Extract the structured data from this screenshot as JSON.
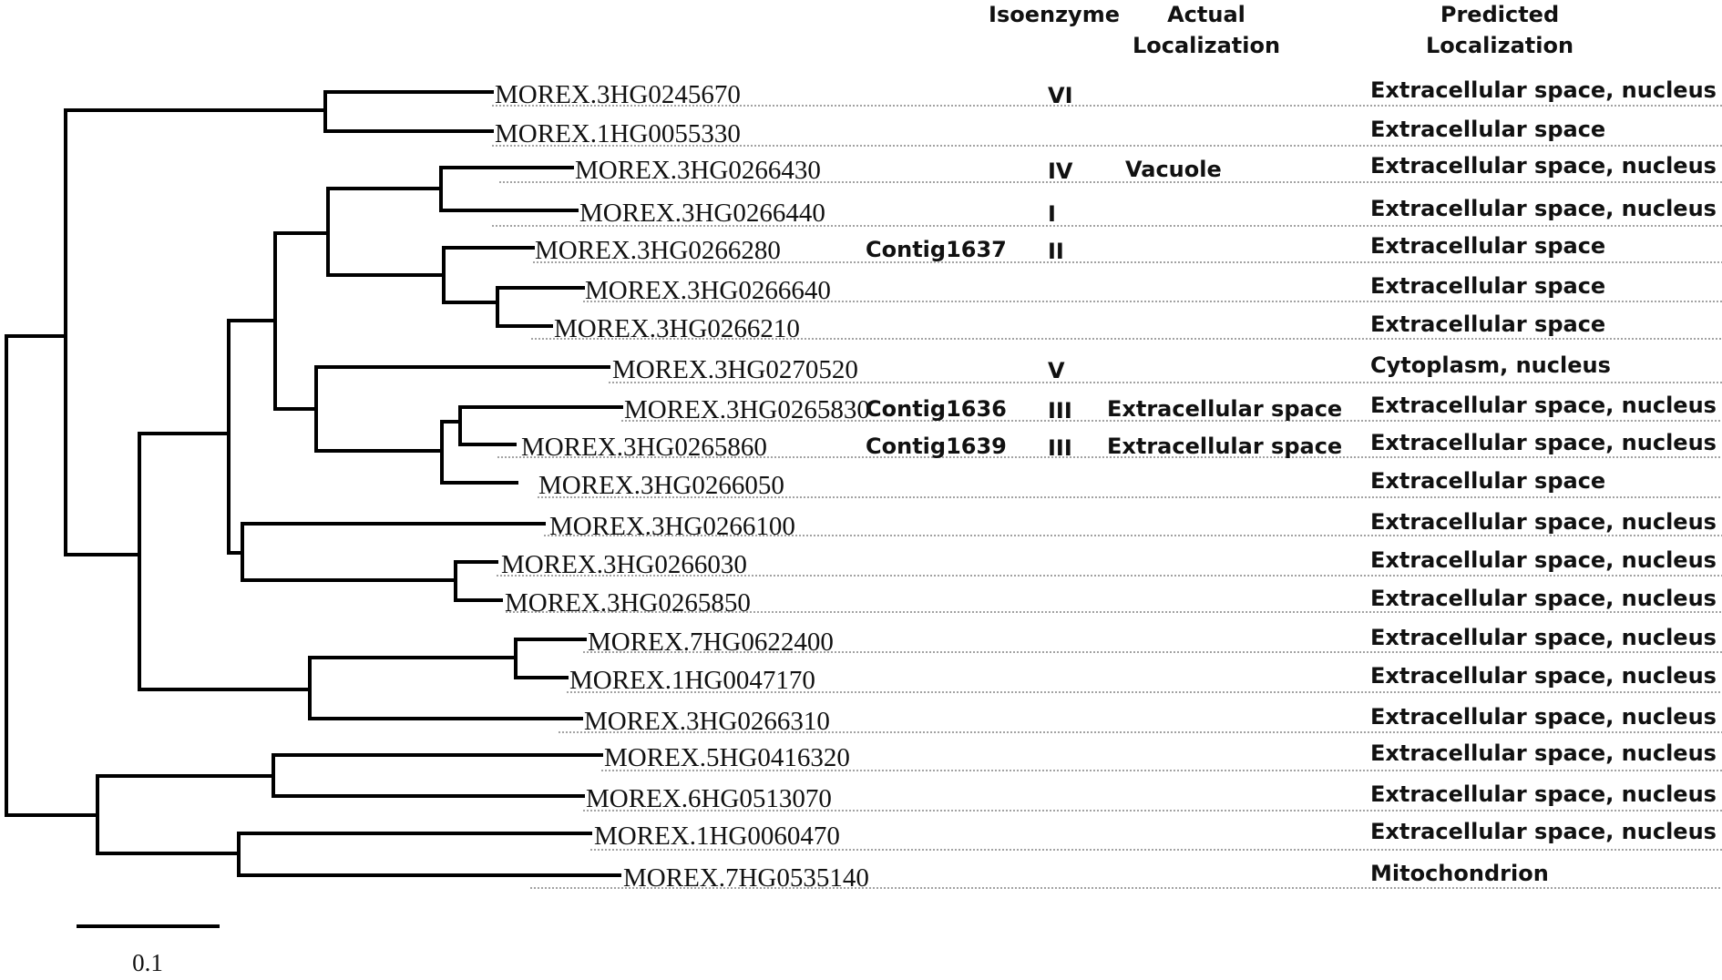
{
  "headers": {
    "isoenzyme": "Isoenzyme",
    "actual_line1": "Actual",
    "actual_line2": "Localization",
    "predicted_line1": "Predicted",
    "predicted_line2": "Localization"
  },
  "rows": [
    {
      "leaf": "MOREX.3HG0245670",
      "contig": "",
      "isoenzyme": "VI",
      "actual": "",
      "predicted": "Extracellular space, nucleus"
    },
    {
      "leaf": "MOREX.1HG0055330",
      "contig": "",
      "isoenzyme": "",
      "actual": "",
      "predicted": "Extracellular space"
    },
    {
      "leaf": "MOREX.3HG0266430",
      "contig": "",
      "isoenzyme": "IV",
      "actual": "Vacuole",
      "predicted": "Extracellular space, nucleus"
    },
    {
      "leaf": "MOREX.3HG0266440",
      "contig": "",
      "isoenzyme": "I",
      "actual": "",
      "predicted": "Extracellular space, nucleus"
    },
    {
      "leaf": "MOREX.3HG0266280",
      "contig": "Contig1637",
      "isoenzyme": "II",
      "actual": "",
      "predicted": "Extracellular space"
    },
    {
      "leaf": "MOREX.3HG0266640",
      "contig": "",
      "isoenzyme": "",
      "actual": "",
      "predicted": "Extracellular space"
    },
    {
      "leaf": "MOREX.3HG0266210",
      "contig": "",
      "isoenzyme": "",
      "actual": "",
      "predicted": "Extracellular space"
    },
    {
      "leaf": "MOREX.3HG0270520",
      "contig": "",
      "isoenzyme": "V",
      "actual": "",
      "predicted": "Cytoplasm, nucleus"
    },
    {
      "leaf": "MOREX.3HG0265830",
      "contig": "Contig1636",
      "isoenzyme": "III",
      "actual": "Extracellular space",
      "predicted": "Extracellular space, nucleus"
    },
    {
      "leaf": "MOREX.3HG0265860",
      "contig": "Contig1639",
      "isoenzyme": "III",
      "actual": "Extracellular space",
      "predicted": "Extracellular space, nucleus"
    },
    {
      "leaf": "MOREX.3HG0266050",
      "contig": "",
      "isoenzyme": "",
      "actual": "",
      "predicted": "Extracellular space"
    },
    {
      "leaf": "MOREX.3HG0266100",
      "contig": "",
      "isoenzyme": "",
      "actual": "",
      "predicted": "Extracellular space, nucleus"
    },
    {
      "leaf": "MOREX.3HG0266030",
      "contig": "",
      "isoenzyme": "",
      "actual": "",
      "predicted": "Extracellular space, nucleus"
    },
    {
      "leaf": "MOREX.3HG0265850",
      "contig": "",
      "isoenzyme": "",
      "actual": "",
      "predicted": "Extracellular space, nucleus"
    },
    {
      "leaf": "MOREX.7HG0622400",
      "contig": "",
      "isoenzyme": "",
      "actual": "",
      "predicted": "Extracellular space, nucleus"
    },
    {
      "leaf": "MOREX.1HG0047170",
      "contig": "",
      "isoenzyme": "",
      "actual": "",
      "predicted": "Extracellular space, nucleus"
    },
    {
      "leaf": "MOREX.3HG0266310",
      "contig": "",
      "isoenzyme": "",
      "actual": "",
      "predicted": "Extracellular space, nucleus"
    },
    {
      "leaf": "MOREX.5HG0416320",
      "contig": "",
      "isoenzyme": "",
      "actual": "",
      "predicted": "Extracellular space, nucleus"
    },
    {
      "leaf": "MOREX.6HG0513070",
      "contig": "",
      "isoenzyme": "",
      "actual": "",
      "predicted": "Extracellular space, nucleus"
    },
    {
      "leaf": "MOREX.1HG0060470",
      "contig": "",
      "isoenzyme": "",
      "actual": "",
      "predicted": "Extracellular space, nucleus"
    },
    {
      "leaf": "MOREX.7HG0535140",
      "contig": "",
      "isoenzyme": "",
      "actual": "",
      "predicted": "Mitochondrion"
    }
  ],
  "scale_bar": {
    "label": "0.1",
    "value": 0.1
  }
}
